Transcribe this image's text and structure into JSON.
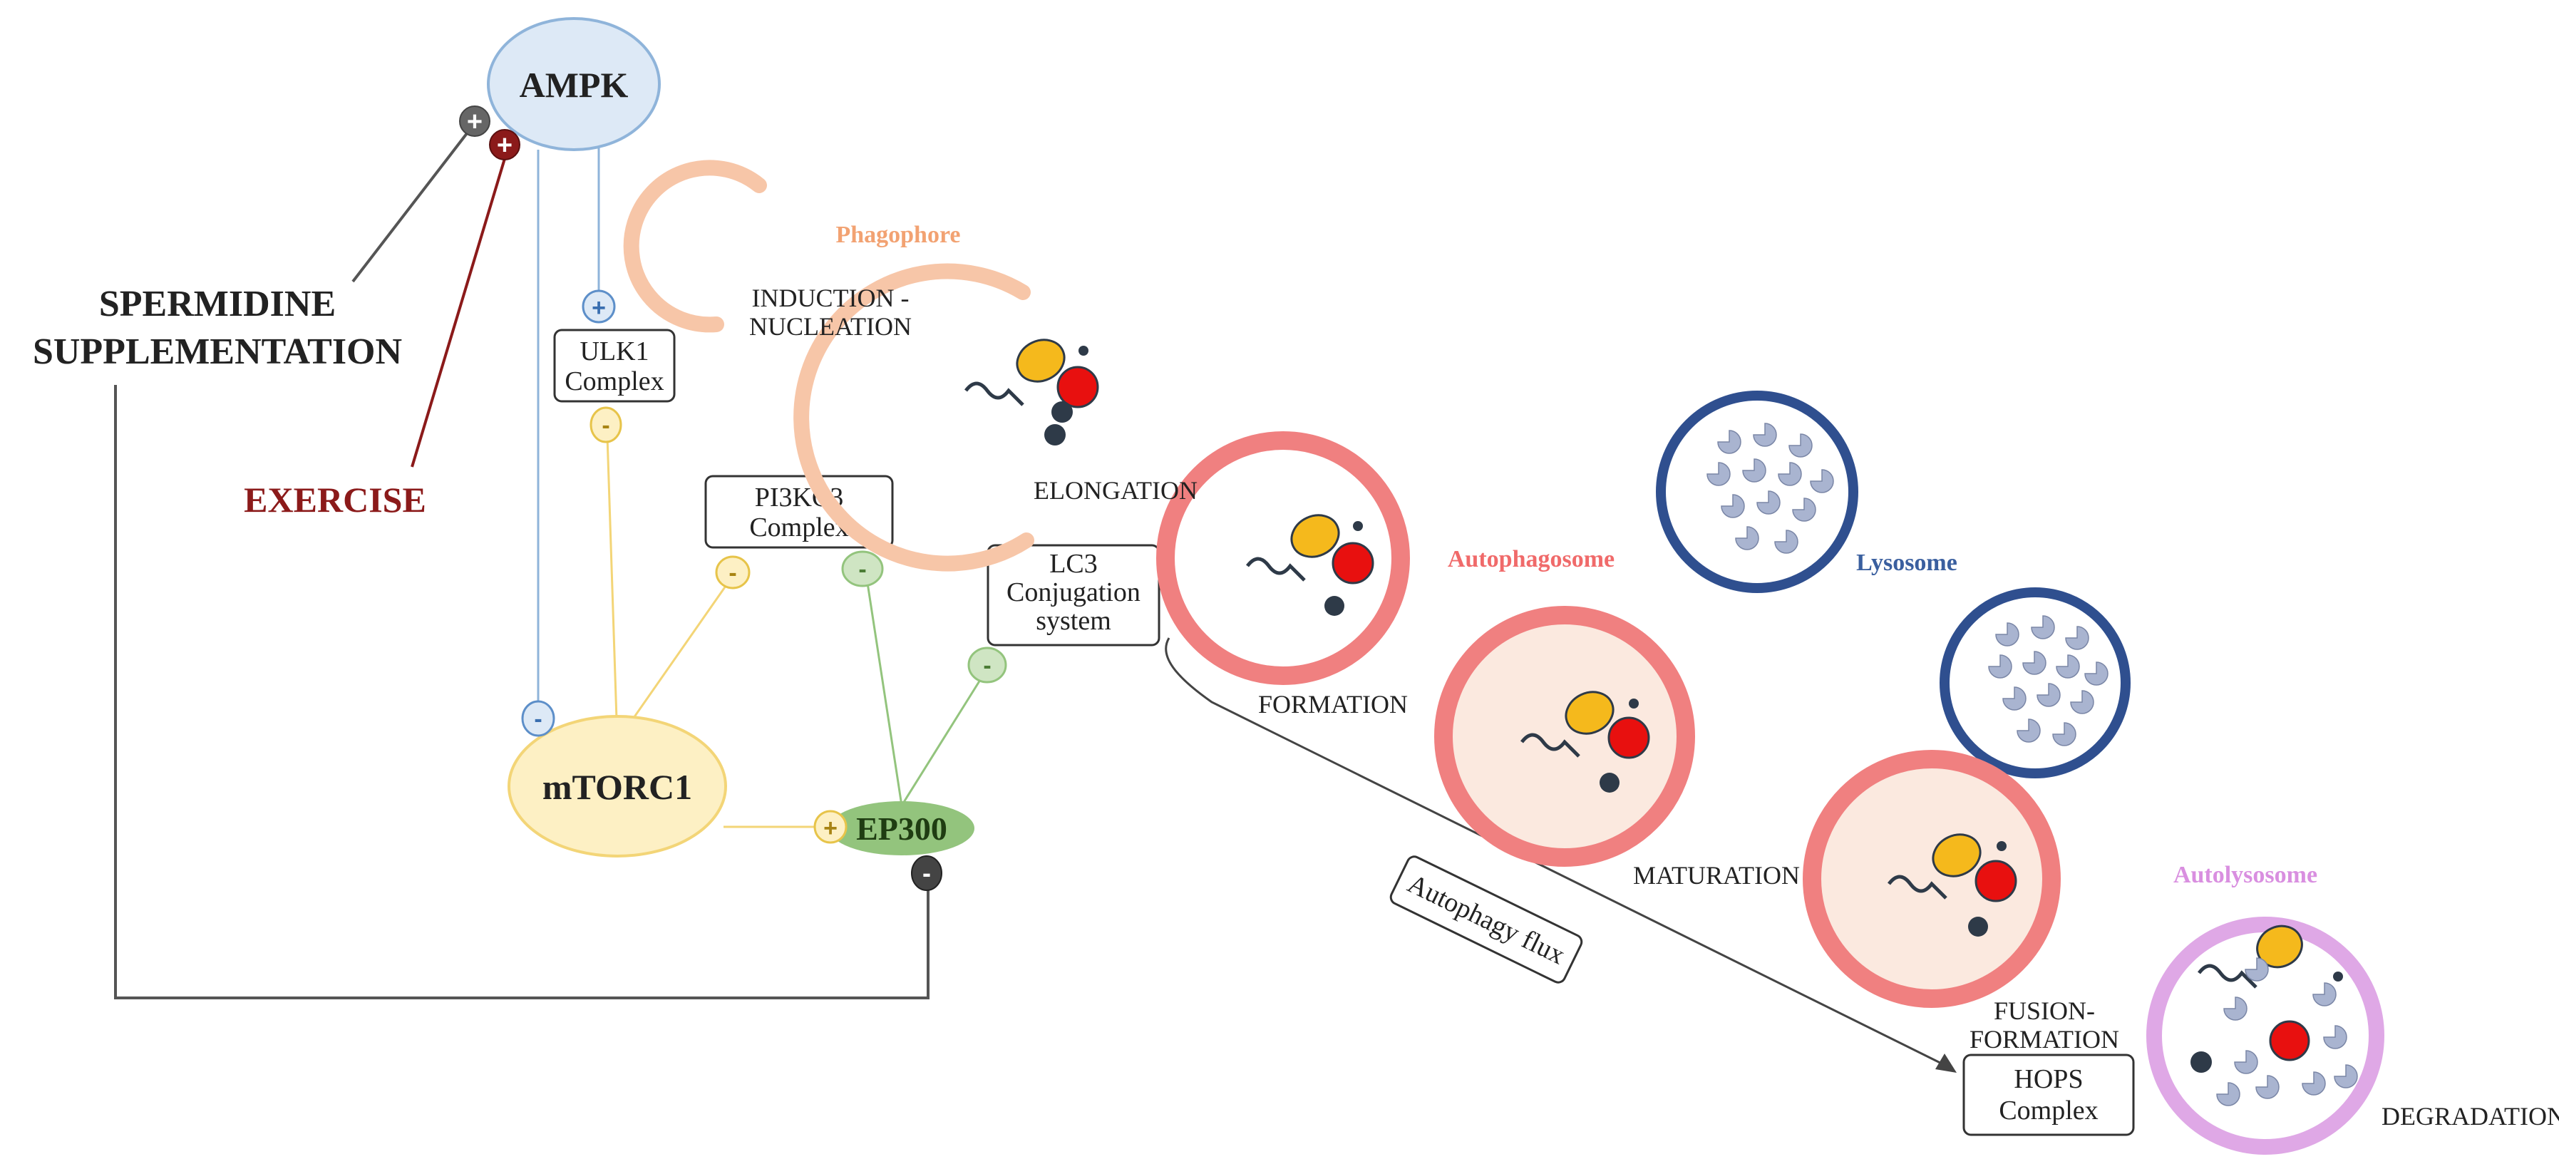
{
  "nodes": {
    "ampk": "AMPK",
    "mtorc1": "mTORC1",
    "ep300": "EP300",
    "spermidine_line1": "SPERMIDINE",
    "spermidine_line2": "SUPPLEMENTATION",
    "exercise": "EXERCISE"
  },
  "boxes": {
    "ulk1": [
      "ULK1",
      "Complex"
    ],
    "pi3kc3": [
      "PI3KC3",
      "Complex"
    ],
    "lc3": [
      "LC3",
      "Conjugation",
      "system"
    ],
    "hops": [
      "HOPS",
      "Complex"
    ],
    "flux": "Autophagy flux"
  },
  "stages": {
    "induction": [
      "INDUCTION -",
      "NUCLEATION"
    ],
    "elongation": "ELONGATION",
    "formation": "FORMATION",
    "maturation": "MATURATION",
    "fusion": [
      "FUSION-",
      "FORMATION"
    ],
    "degradation": "DEGRADATION"
  },
  "organelles": {
    "phagophore": "Phagophore",
    "autophagosome": "Autophagosome",
    "lysosome": "Lysosome",
    "autolysosome": "Autolysosome"
  },
  "signs": {
    "plus": "+",
    "minus": "-"
  },
  "colors": {
    "ampk_fill": "#dde9f6",
    "ampk_stroke": "#8fb4da",
    "mtorc1_fill": "#fdf0c4",
    "mtorc1_stroke": "#f3d577",
    "ep300_fill": "#93c47d",
    "exercise": "#8b1a1a",
    "phagophore": "#f7c6a8",
    "autophagosome_ring": "#f08080",
    "autophagosome_fill": "#fbe9df",
    "lysosome_ring": "#2f4f8f",
    "lysosome_cargo": "#a9b4d0",
    "autolysosome_ring": "#dfa8e6",
    "autolysosome_label": "#d98fe0",
    "cargo_yellow": "#f5b91c",
    "cargo_red": "#e8100f",
    "cargo_dark": "#2e3a48"
  }
}
